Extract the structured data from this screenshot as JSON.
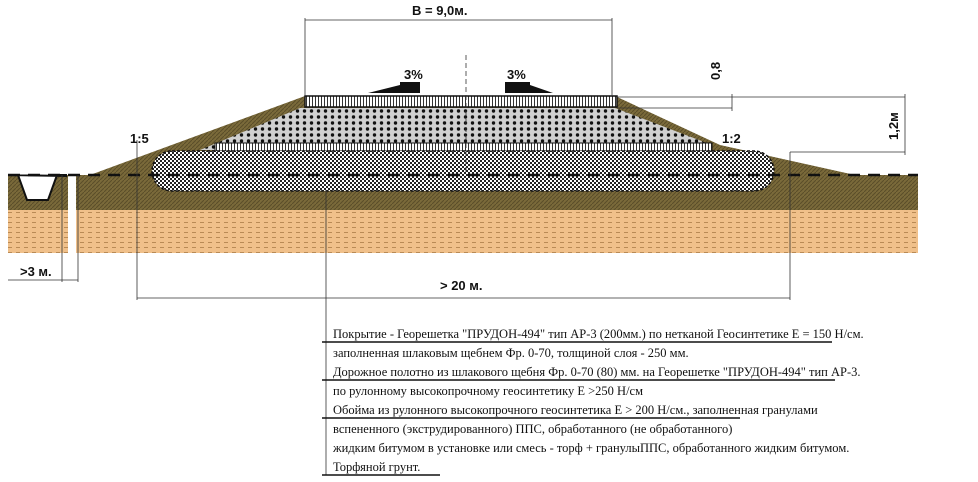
{
  "dimensions": {
    "top_width": "B = 9,0м.",
    "slope_left": "1:5",
    "slope_right": "1:2",
    "crossfall_left": "3%",
    "crossfall_right": "3%",
    "crown_thickness": "0,8",
    "height": "1,2м",
    "ditch_distance": ">3 м.",
    "base_width": "> 20 м."
  },
  "legend": [
    "Покрытие - Георешетка \"ПРУДОН-494\" тип АР-3 (200мм.)  по нетканой Геосинтетике Е = 150 Н/см.",
    "заполненная шлаковым щебнем  Фр. 0-70, толщиной слоя  - 250 мм.",
    "Дорожное полотно из шлакового щебня Фр. 0-70 (80) мм. на Георешетке \"ПРУДОН-494\" тип АР-3.",
    "по рулонному высокопрочному геосинтетику Е >250 Н/см",
    "Обойма из рулонного высокопрочного геосинтетика  Е > 200 Н/см., заполненная гранулами",
    "вспененного  (экструдированного) ППС, обработанного  (не обработанного)",
    "жидким битумом в установке или смесь - торф + гранулыППС, обработанного жидким битумом.",
    "Торфяной грунт."
  ],
  "colors": {
    "olive": "#7a6a3a",
    "tan": "#f0c08a",
    "grey": "#c8c8c8"
  }
}
